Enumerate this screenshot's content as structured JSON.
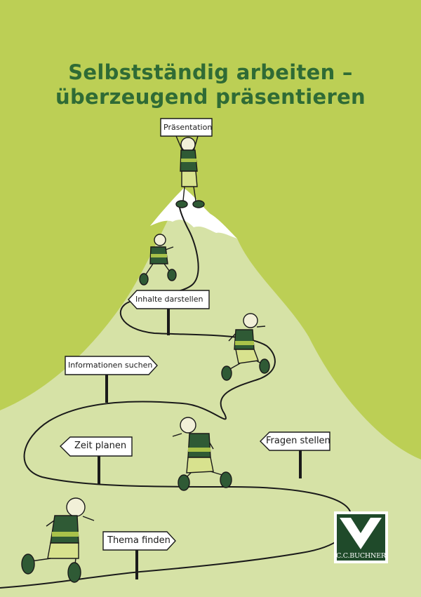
{
  "title": {
    "line1": "Selbstständig arbeiten –",
    "line2": "überzeugend präsentieren"
  },
  "signs": {
    "praesentation": "Präsentation",
    "inhalte_darstellen": "Inhalte darstellen",
    "informationen_suchen": "Informationen suchen",
    "zeit_planen": "Zeit planen",
    "fragen_stellen": "Fragen stellen",
    "thema_finden": "Thema finden"
  },
  "publisher": {
    "name": "C.C.BUCHNER"
  },
  "colors": {
    "sky": "#bccf55",
    "mountain": "#d6e2a6",
    "snow": "#ffffff",
    "title": "#2f6b35",
    "logo_bg": "#1f4a2a"
  }
}
